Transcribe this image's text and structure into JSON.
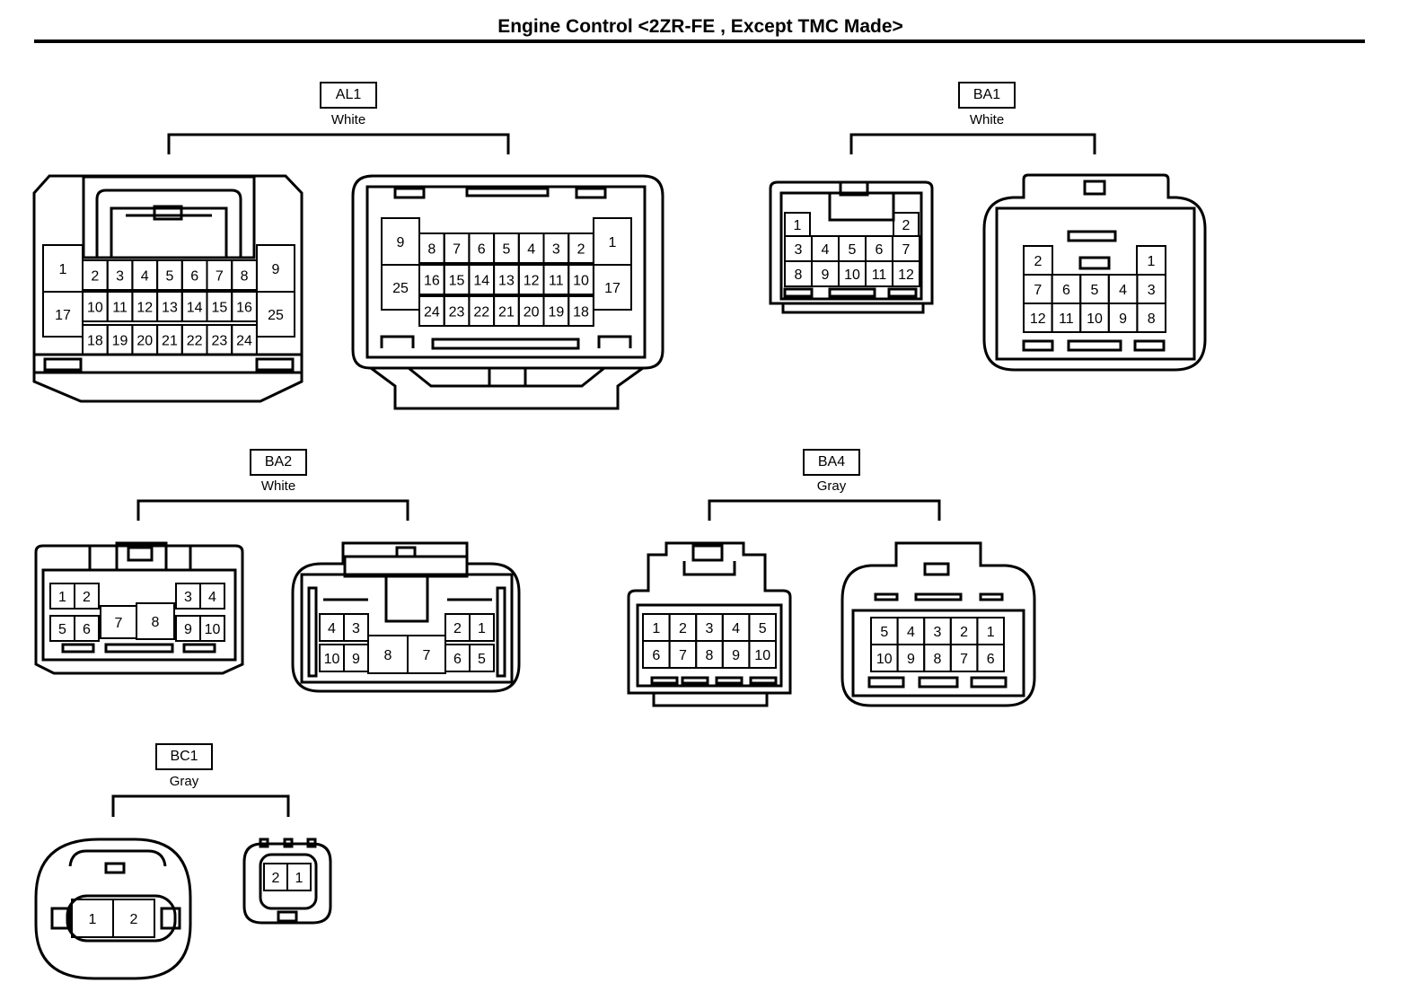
{
  "page": {
    "title": "Engine Control <2ZR-FE , Except TMC Made>"
  },
  "connectors": [
    {
      "id": "AL1",
      "color": "White"
    },
    {
      "id": "BA1",
      "color": "White"
    },
    {
      "id": "BA2",
      "color": "White"
    },
    {
      "id": "BA4",
      "color": "Gray"
    },
    {
      "id": "BC1",
      "color": "Gray"
    }
  ]
}
